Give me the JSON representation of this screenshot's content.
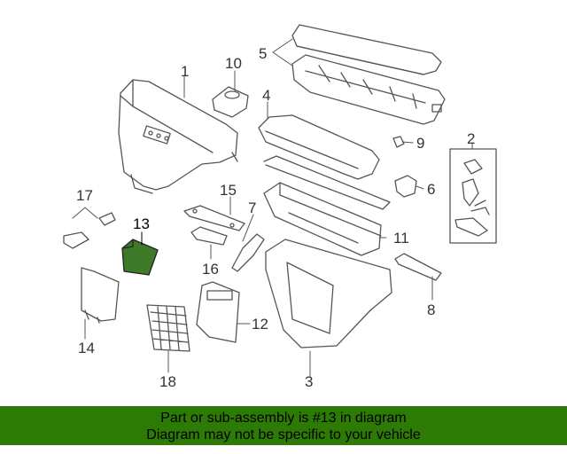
{
  "diagram": {
    "callouts": {
      "c1": "1",
      "c2": "2",
      "c3": "3",
      "c4": "4",
      "c5": "5",
      "c6": "6",
      "c7": "7",
      "c8": "8",
      "c9": "9",
      "c10": "10",
      "c11": "11",
      "c12": "12",
      "c13": "13",
      "c14": "14",
      "c15": "15",
      "c16": "16",
      "c17": "17",
      "c18": "18"
    },
    "highlight_part": "13",
    "colors": {
      "highlight_fill": "#3f7a2a",
      "line": "#555555",
      "banner": "#2d7a06"
    }
  },
  "banner": {
    "line1": "Part or sub-assembly is #13 in diagram",
    "line2": "Diagram may not be specific to your vehicle"
  }
}
